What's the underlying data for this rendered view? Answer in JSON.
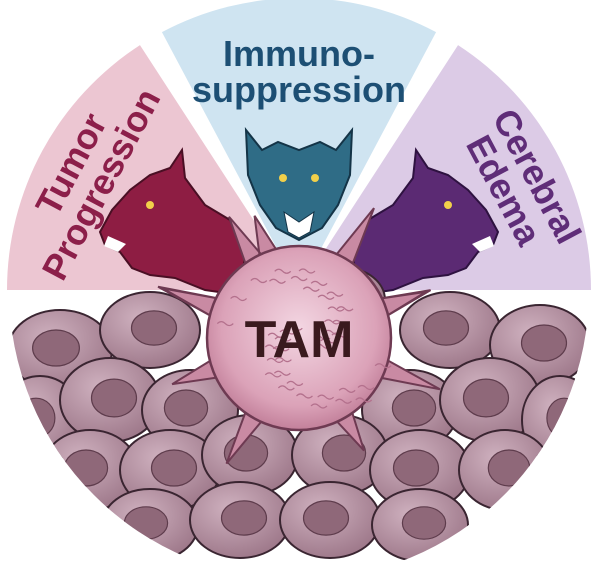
{
  "segments": [
    {
      "id": "tumor",
      "lines": [
        "Tumor",
        "Progression"
      ],
      "color": "#8c1f4a",
      "fill": "#ecc6d2"
    },
    {
      "id": "immuno",
      "lines": [
        "Immuno-",
        "suppression"
      ],
      "color": "#1d4f74",
      "fill": "#cfe4f1"
    },
    {
      "id": "edema",
      "lines": [
        "Cerebral",
        "Edema"
      ],
      "color": "#5f2d78",
      "fill": "#dccbe6"
    }
  ],
  "center_label": "TAM",
  "colors": {
    "wolf_left": "#8e1d43",
    "wolf_center": "#2f6c86",
    "wolf_right": "#5b2a73",
    "tam_cell": "#dba2b8",
    "tumor_cell": "#b18b9c",
    "tumor_cell_nucleus": "#8f6879",
    "outline": "#3a2531"
  },
  "icons": [
    "wolf-head-icon"
  ]
}
